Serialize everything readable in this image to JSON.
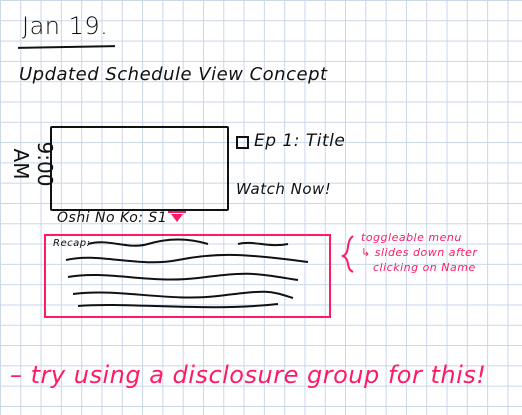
{
  "header": {
    "date": "Jan 19.",
    "subtitle": "Updated Schedule View Concept"
  },
  "schedule_item": {
    "time": "9:00 AM",
    "episode_title": "Ep 1: Title",
    "watch_label": "Watch Now!",
    "show_line": "Oshi No Ko: S1"
  },
  "summary": {
    "label": "Recap:"
  },
  "annotations": {
    "toggle_note": "toggleable menu\n↳ slides down after\n   clicking on Name",
    "bottom_note": "– try using a disclosure group for this!"
  },
  "colors": {
    "ink": "#111111",
    "accent": "#ff1a66",
    "grid": "#c9d7ea"
  }
}
